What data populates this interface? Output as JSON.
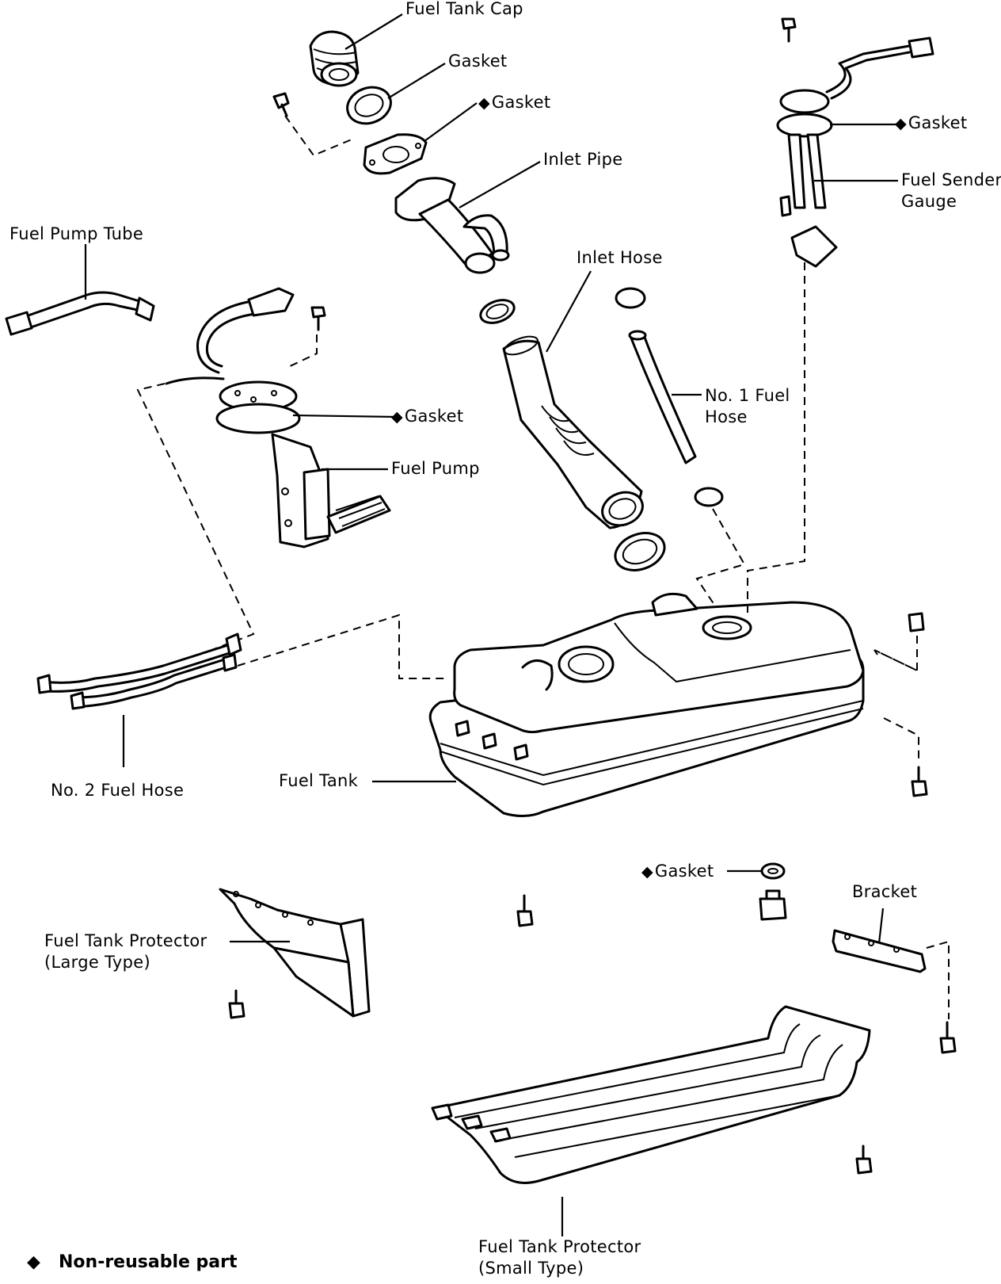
{
  "labels": {
    "fuel_tank_cap": "Fuel Tank Cap",
    "gasket_top": "Gasket",
    "gasket_inlet": "Gasket",
    "inlet_pipe": "Inlet Pipe",
    "gasket_sender": "Gasket",
    "fuel_sender_gauge": [
      "Fuel Sender",
      "Gauge"
    ],
    "fuel_pump_tube": "Fuel Pump Tube",
    "inlet_hose": "Inlet Hose",
    "gasket_pump": "Gasket",
    "no1_fuel_hose": [
      "No. 1 Fuel",
      "Hose"
    ],
    "fuel_pump": "Fuel Pump",
    "no2_fuel_hose": "No. 2 Fuel Hose",
    "fuel_tank": "Fuel Tank",
    "gasket_drain": "Gasket",
    "bracket": "Bracket",
    "protector_large": [
      "Fuel Tank Protector",
      "(Large Type)"
    ],
    "protector_small": [
      "Fuel Tank Protector",
      "(Small Type)"
    ]
  },
  "non_reusable_symbol": "◆",
  "legend": {
    "symbol": "◆",
    "text": "Non-reusable part"
  }
}
